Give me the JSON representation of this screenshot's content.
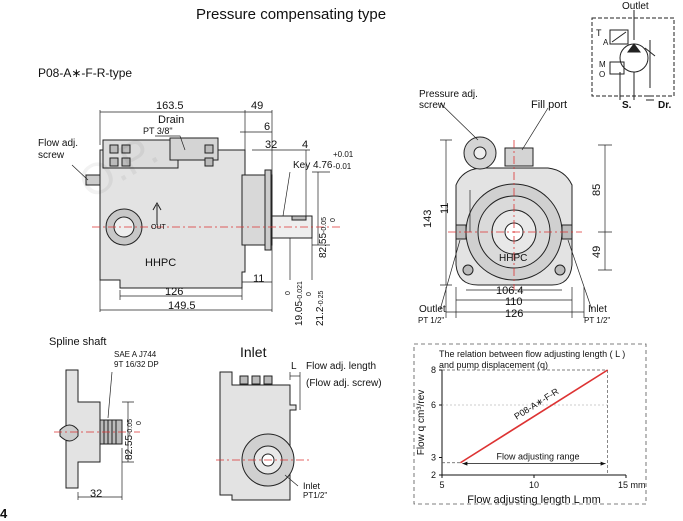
{
  "title": "Pressure compensating type",
  "model_label": "P08-A∗-F-R-type",
  "page_num": "4",
  "side_view": {
    "dims": [
      "163.5",
      "49",
      "6",
      "32",
      "4",
      "11",
      "126",
      "149.5",
      "82.55",
      "19.05",
      "21.2"
    ],
    "dim_tol_8255": "-0.05",
    "dim_tol_8255_0": "0",
    "dim_tol_1905": "-0.021",
    "dim_tol_1905_0": "0",
    "dim_tol_212": "-0.25",
    "dim_tol_212_0": "0",
    "drain_label": "Drain",
    "drain_thread": "PT 3/8\"",
    "flow_adj_label_1": "Flow adj.",
    "flow_adj_label_2": "screw",
    "key_label": "Key 4.76",
    "key_tol_plus": "+0.01",
    "key_tol_minus": "-0.01",
    "out_label": "OUT",
    "brand": "HHPC"
  },
  "front_view": {
    "pressure_adj_1": "Pressure adj.",
    "pressure_adj_2": "screw",
    "fill_port": "Fill port",
    "dims": [
      "143",
      "11",
      "85",
      "49",
      "106.4",
      "110",
      "126"
    ],
    "outlet": "Outlet",
    "outlet_pt": "PT 1/2\"",
    "inlet": "Inlet",
    "inlet_pt": "PT 1/2\"",
    "brand": "HHPC"
  },
  "symbol": {
    "outlet": "Outlet",
    "t": "T",
    "a": "A",
    "m": "M",
    "o": "O",
    "s": "S.",
    "dr": "Dr."
  },
  "spline": {
    "title": "Spline shaft",
    "sae_1": "SAE A J744",
    "sae_2": "9T 16/32 DP",
    "dim_8255": "82.55",
    "tol": "-0.05",
    "tol0": "0",
    "dim_32": "32"
  },
  "inlet_view": {
    "title": "Inlet",
    "l_label": "L",
    "flow_adj_length": "Flow adj. length",
    "flow_adj_screw": "(Flow adj. screw)",
    "inlet": "Inlet",
    "inlet_pt": "PT1/2\""
  },
  "graph_title_1": "The relation between flow adjusting length ( L )",
  "graph_title_2": "and pump displacement (q)",
  "chart_data": {
    "type": "line",
    "title": "The relation between flow adjusting length ( L ) and pump displacement (q)",
    "xlabel": "Flow adjusting length L mm",
    "ylabel": "Flow q cm³/rev",
    "xlim": [
      5,
      15
    ],
    "ylim": [
      2,
      8
    ],
    "x_ticks": [
      "5",
      "10",
      "15 mm"
    ],
    "y_ticks": [
      "2",
      "3",
      "6",
      "8"
    ],
    "series": [
      {
        "name": "P08-A∗-F-R",
        "x": [
          6,
          14
        ],
        "y": [
          2.7,
          8
        ]
      }
    ],
    "annotations": [
      "Flow adjusting range"
    ],
    "grid": false
  }
}
